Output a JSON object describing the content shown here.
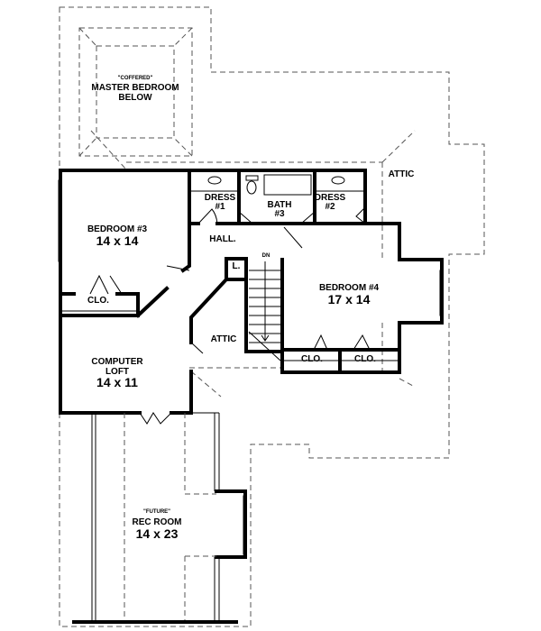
{
  "plan": {
    "master_note": "\"COFFERED\"",
    "master_name": "MASTER BEDROOM",
    "master_below": "BELOW",
    "attic_label": "ATTIC",
    "attic_label_2": "ATTIC",
    "bedroom3_name": "BEDROOM #3",
    "bedroom3_size": "14 x 14",
    "dress1_name": "DRESS",
    "dress1_num": "#1",
    "bath3_name": "BATH",
    "bath3_num": "#3",
    "dress2_name": "DRESS",
    "dress2_num": "#2",
    "hall": "HALL.",
    "linen": "L.",
    "stair_dn": "DN",
    "closet_b3": "CLO.",
    "closet_b4a": "CLO.",
    "closet_b4b": "CLO.",
    "bedroom4_name": "BEDROOM #4",
    "bedroom4_size": "17 x 14",
    "loft_name": "COMPUTER",
    "loft_name2": "LOFT",
    "loft_size": "14 x 11",
    "rec_note": "\"FUTURE\"",
    "rec_name": "REC ROOM",
    "rec_size": "14 x 23"
  }
}
